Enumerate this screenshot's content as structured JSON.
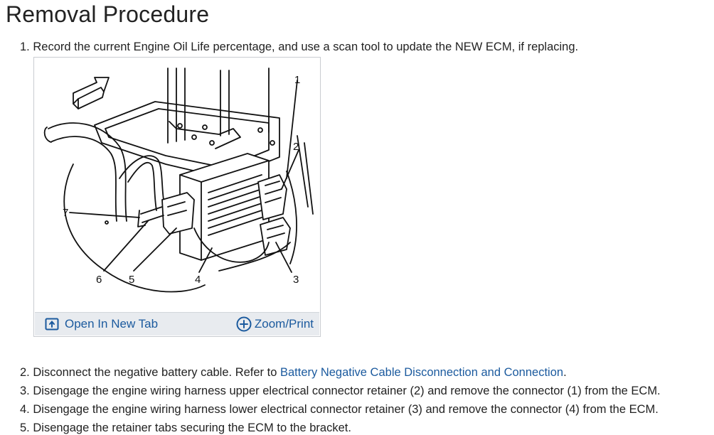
{
  "page": {
    "title": "Removal Procedure"
  },
  "steps": [
    {
      "num": "1.",
      "text": "Record the current Engine Oil Life percentage, and use a scan tool to update the NEW ECM, if replacing."
    },
    {
      "num": "2.",
      "text_before": "Disconnect the negative battery cable. Refer to ",
      "link": "Battery Negative Cable Disconnection and Connection",
      "text_after": "."
    },
    {
      "num": "3.",
      "text": "Disengage the engine wiring harness upper electrical connector retainer (2) and remove the connector (1) from the ECM."
    },
    {
      "num": "4.",
      "text": "Disengage the engine wiring harness lower electrical connector retainer (3) and remove the connector (4) from the ECM."
    },
    {
      "num": "5.",
      "text": "Disengage the retainer tabs securing the ECM to the bracket."
    }
  ],
  "figure": {
    "open_label": "Open In New Tab",
    "zoom_label": "Zoom/Print",
    "open_icon": "open-in-new-tab-icon",
    "zoom_icon": "zoom-plus-circle-icon",
    "callouts": [
      "1",
      "2",
      "3",
      "4",
      "5",
      "6",
      "7"
    ],
    "colors": {
      "link": "#1b5a9e",
      "bar": "#e8ebef"
    }
  }
}
